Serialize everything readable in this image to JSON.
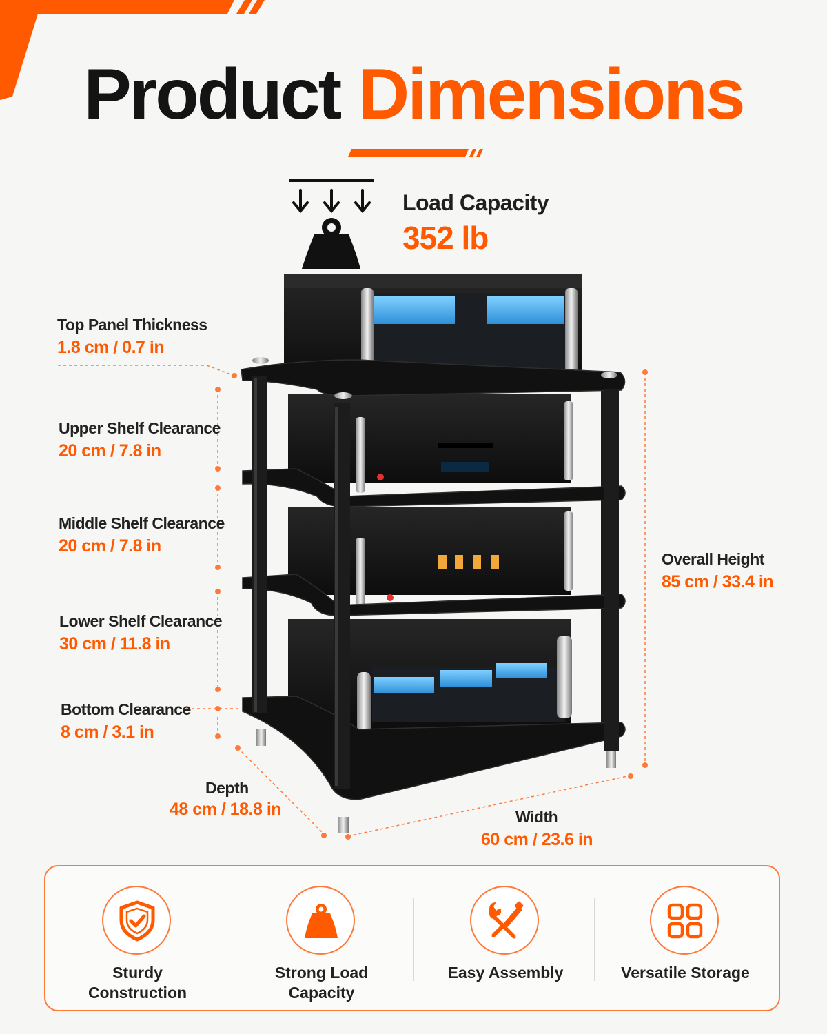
{
  "title": {
    "part1": "Product",
    "part2": "Dimensions"
  },
  "load": {
    "label": "Load Capacity",
    "value": "352 lb"
  },
  "dimensions": {
    "top_panel": {
      "label": "Top Panel Thickness",
      "value": "1.8 cm / 0.7 in"
    },
    "upper_shelf": {
      "label": "Upper Shelf Clearance",
      "value": "20 cm / 7.8 in"
    },
    "middle_shelf": {
      "label": "Middle Shelf Clearance",
      "value": "20 cm / 7.8 in"
    },
    "lower_shelf": {
      "label": "Lower Shelf Clearance",
      "value": "30 cm / 11.8 in"
    },
    "bottom": {
      "label": "Bottom Clearance",
      "value": "8 cm / 3.1 in"
    },
    "depth": {
      "label": "Depth",
      "value": "48 cm / 18.8 in"
    },
    "width": {
      "label": "Width",
      "value": "60 cm / 23.6 in"
    },
    "overall_height": {
      "label": "Overall Height",
      "value": "85 cm / 33.4 in"
    }
  },
  "features": [
    {
      "label": "Sturdy Construction",
      "icon": "shield-check-icon"
    },
    {
      "label": "Strong Load Capacity",
      "icon": "weight-icon"
    },
    {
      "label": "Easy Assembly",
      "icon": "tools-icon"
    },
    {
      "label": "Versatile Storage",
      "icon": "grid-icon"
    }
  ],
  "colors": {
    "accent": "#ff5a00",
    "dark": "#141414",
    "background": "#f6f6f4"
  }
}
